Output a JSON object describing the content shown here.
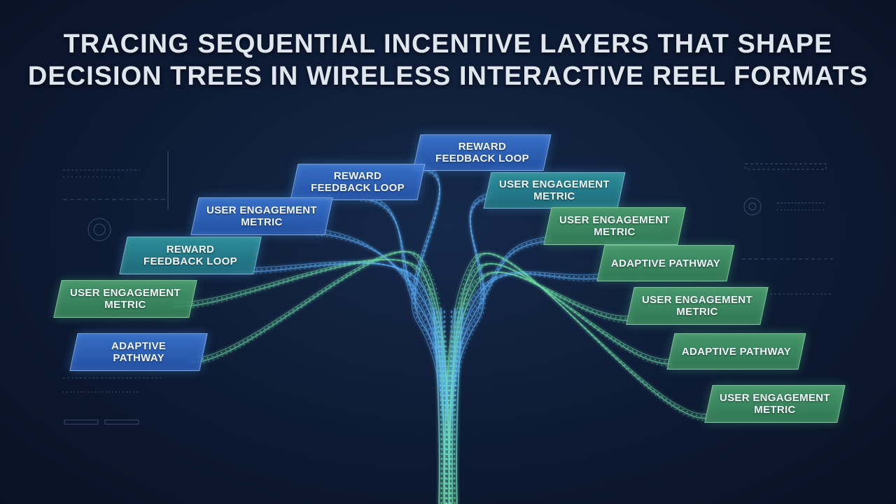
{
  "title": {
    "line1": "TRACING SEQUENTIAL INCENTIVE LAYERS THAT SHAPE",
    "line2": "DECISION TREES IN WIRELESS INTERACTIVE REEL FORMATS"
  },
  "nodes": [
    {
      "id": "n1",
      "line1": "REWARD",
      "line2": "FEEDBACK LOOP",
      "color": "blue"
    },
    {
      "id": "n2",
      "line1": "REWARD",
      "line2": "FEEDBACK LOOP",
      "color": "blue"
    },
    {
      "id": "n3",
      "line1": "USER ENGAGEMENT",
      "line2": "METRIC",
      "color": "blue"
    },
    {
      "id": "n4",
      "line1": "REWARD",
      "line2": "FEEDBACK LOOP",
      "color": "teal"
    },
    {
      "id": "n5",
      "line1": "USER ENGAGEMENT",
      "line2": "METRIC",
      "color": "green"
    },
    {
      "id": "n6",
      "line1": "ADAPTIVE",
      "line2": "PATHWAY",
      "color": "blue"
    },
    {
      "id": "n7",
      "line1": "USER ENGAGEMENT",
      "line2": "METRIC",
      "color": "teal"
    },
    {
      "id": "n8",
      "line1": "USER ENGAGEMENT",
      "line2": "METRIC",
      "color": "green"
    },
    {
      "id": "n9",
      "line1": "ADAPTIVE PATHWAY",
      "line2": "",
      "color": "green"
    },
    {
      "id": "n10",
      "line1": "USER ENGAGEMENT",
      "line2": "METRIC",
      "color": "green"
    },
    {
      "id": "n11",
      "line1": "ADAPTIVE PATHWAY",
      "line2": "",
      "color": "green"
    },
    {
      "id": "n12",
      "line1": "USER ENGAGEMENT",
      "line2": "METRIC",
      "color": "green"
    }
  ],
  "colors": {
    "blue": "#3a76d2",
    "teal": "#2e96a0",
    "green": "#4aa06e",
    "branch_blue": "#5fb4ff",
    "branch_green": "#6fe0a8",
    "title_text": "#dfe6ee"
  }
}
